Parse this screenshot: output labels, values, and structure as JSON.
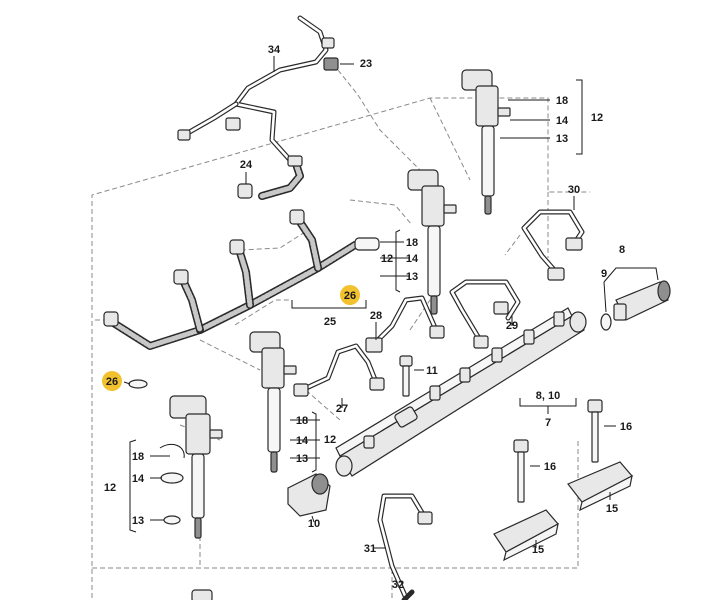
{
  "callouts": {
    "c34": "34",
    "c23": "23",
    "c24": "24",
    "c18a": "18",
    "c14a": "14",
    "c13a": "13",
    "c12a": "12",
    "c30": "30",
    "c18b": "18",
    "c14b": "14",
    "c13b": "13",
    "c12b": "12",
    "c8": "8",
    "c9": "9",
    "c26a": "26",
    "c25": "25",
    "c28": "28",
    "c29": "29",
    "c26b": "26",
    "c11": "11",
    "c27": "27",
    "c810": "8, 10",
    "c7": "7",
    "c18c": "18",
    "c14c": "14",
    "c13c": "13",
    "c12c": "12",
    "c16a": "16",
    "c16b": "16",
    "c18d": "18",
    "c14d": "14",
    "c13d": "13",
    "c12d": "12",
    "c10": "10",
    "c15a": "15",
    "c15b": "15",
    "c31": "31",
    "c32": "32"
  },
  "colors": {
    "highlight": "#f2c12e",
    "line": "#1a1a1a",
    "dashed_frame": "#8a8a8a",
    "part_fill": "#e8e8e8"
  }
}
